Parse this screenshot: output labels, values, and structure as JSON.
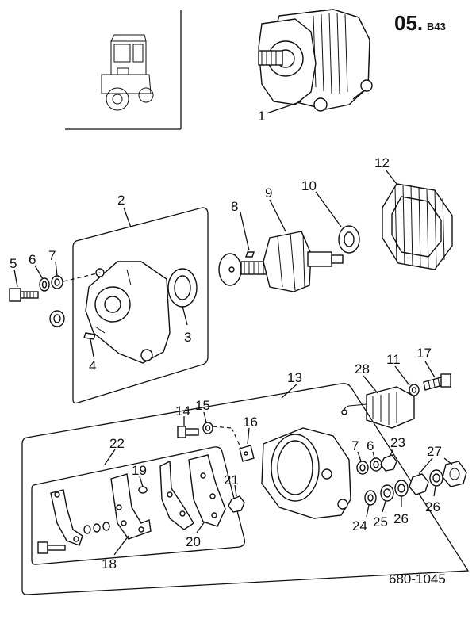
{
  "page_code": {
    "main": "05.",
    "sub": "B43"
  },
  "drawing_number": "680-1045",
  "callouts": {
    "c1": "1",
    "c2": "2",
    "c3": "3",
    "c4": "4",
    "c5": "5",
    "c6": "6",
    "c6b": "6",
    "c7": "7",
    "c7b": "7",
    "c8": "8",
    "c9": "9",
    "c10": "10",
    "c11": "11",
    "c12": "12",
    "c13": "13",
    "c14": "14",
    "c15": "15",
    "c16": "16",
    "c17": "17",
    "c18": "18",
    "c19": "19",
    "c20": "20",
    "c21": "21",
    "c22": "22",
    "c23": "23",
    "c24": "24",
    "c25": "25",
    "c26": "26",
    "c26b": "26",
    "c27": "27",
    "c28": "28"
  }
}
